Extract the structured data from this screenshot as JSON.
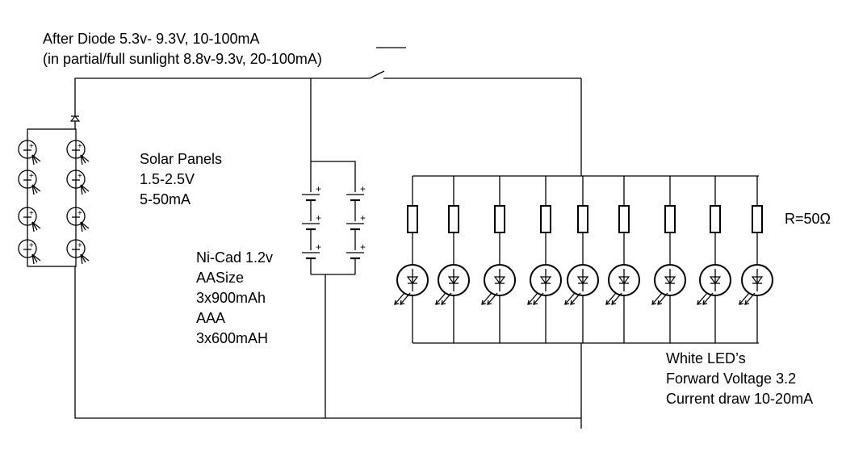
{
  "diode_note": {
    "line1": "After Diode 5.3v- 9.3V, 10-100mA",
    "line2": "(in partial/full sunlight 8.8v-9.3v, 20-100mA)"
  },
  "solar": {
    "title": "Solar Panels",
    "voltage": "1.5-2.5V",
    "current": "5-50mA",
    "cell_count": 8,
    "cell_symbol": "+"
  },
  "battery": {
    "line1": "Ni-Cad 1.2v",
    "line2": "AASize",
    "line3": "3x900mAh",
    "line4": "AAA",
    "line5": "3x600mAH",
    "cells_per_string": 3,
    "strings": 2,
    "cell_symbol": "+"
  },
  "leds": {
    "count": 9,
    "resistor_label": "R=50Ω",
    "line1": "White LED’s",
    "line2": "Forward Voltage 3.2",
    "line3": "Current draw 10-20mA"
  }
}
